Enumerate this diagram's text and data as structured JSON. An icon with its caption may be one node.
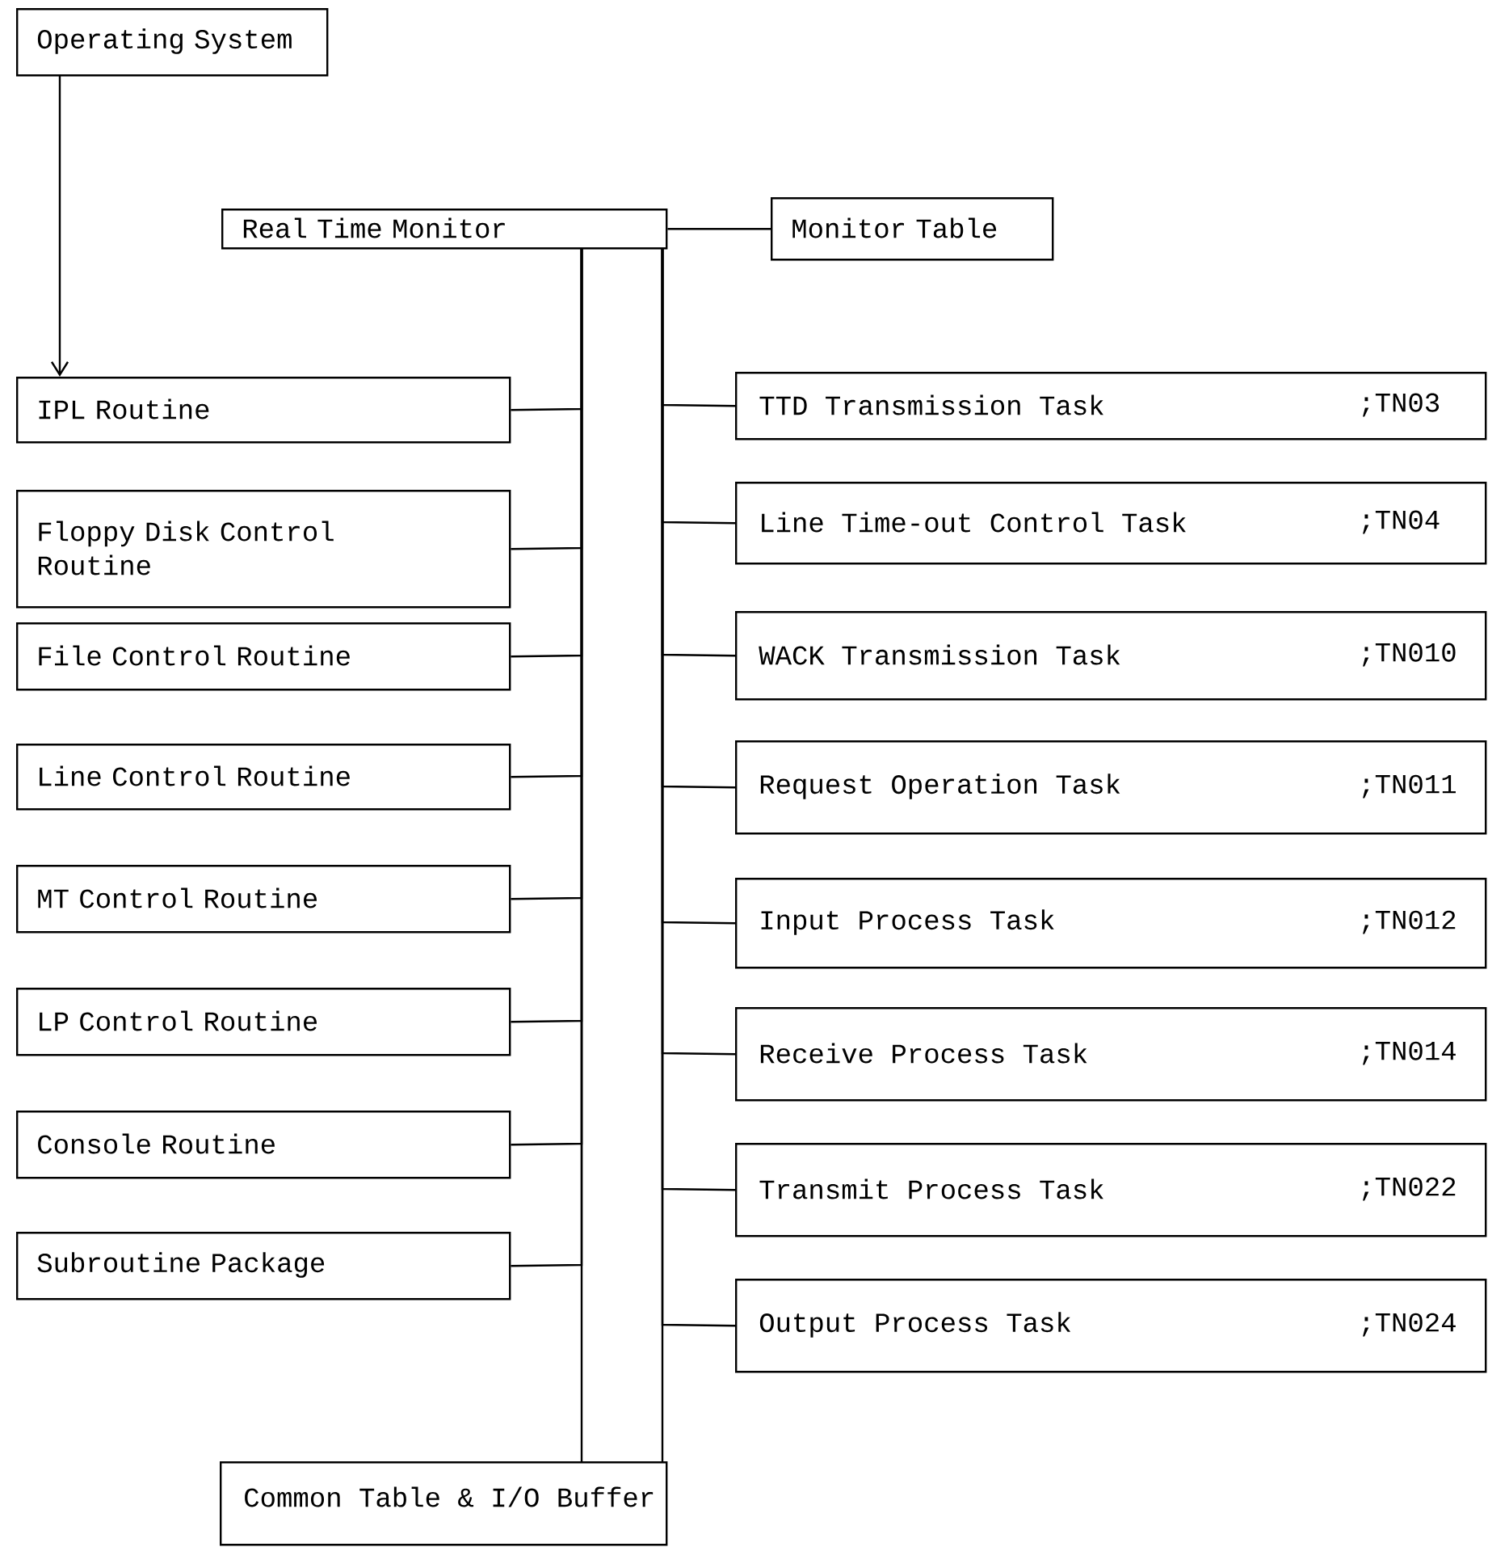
{
  "diagram": {
    "nodes": [
      {
        "text": [
          "Operating System"
        ]
      },
      {
        "text": [
          "Real Time Monitor"
        ]
      },
      {
        "text": [
          "Monitor Table"
        ]
      },
      {
        "text": [
          "IPL Routine"
        ]
      },
      {
        "text": [
          "Floppy Disk Control Routine"
        ]
      },
      {
        "text": [
          "File Control Routine"
        ]
      },
      {
        "text": [
          "Line Control Routine"
        ]
      },
      {
        "text": [
          "MT Control Routine"
        ]
      },
      {
        "text": [
          "LP Control Routine"
        ]
      },
      {
        "text": [
          "Console Routine"
        ]
      },
      {
        "text": [
          "Subroutine Package"
        ]
      },
      {
        "text": [
          "TTD Transmission Task",
          ";TN03"
        ]
      },
      {
        "text": [
          "Line Time-out Control Task",
          ";TN04"
        ]
      },
      {
        "text": [
          "WACK Transmission Task",
          ";TN010"
        ]
      },
      {
        "text": [
          "Request Operation Task",
          ";TN011"
        ]
      },
      {
        "text": [
          "Input Process Task",
          ";TN012"
        ]
      },
      {
        "text": [
          "Receive Process Task",
          ";TN014"
        ]
      },
      {
        "text": [
          "Transmit Process Task",
          ";TN022"
        ]
      },
      {
        "text": [
          "Output Process Task",
          ";TN024"
        ]
      },
      {
        "text": [
          "Common Table & I/O Buffer"
        ]
      }
    ],
    "edges": [
      {
        "from": 0,
        "to": 3,
        "arrow": "to"
      },
      {
        "from": 1,
        "to": 2,
        "arrow": "none"
      },
      {
        "from": 1,
        "to": 19,
        "arrow": "none"
      },
      {
        "from": 1,
        "to": 19,
        "arrow": "none"
      },
      {
        "from": 1,
        "to": 3,
        "arrow": "none"
      },
      {
        "from": 1,
        "to": 4,
        "arrow": "none"
      },
      {
        "from": 1,
        "to": 5,
        "arrow": "none"
      },
      {
        "from": 1,
        "to": 6,
        "arrow": "none"
      },
      {
        "from": 1,
        "to": 7,
        "arrow": "none"
      },
      {
        "from": 1,
        "to": 8,
        "arrow": "none"
      },
      {
        "from": 1,
        "to": 9,
        "arrow": "none"
      },
      {
        "from": 1,
        "to": 10,
        "arrow": "none"
      },
      {
        "from": 1,
        "to": 11,
        "arrow": "none"
      },
      {
        "from": 1,
        "to": 12,
        "arrow": "none"
      },
      {
        "from": 1,
        "to": 13,
        "arrow": "none"
      },
      {
        "from": 1,
        "to": 14,
        "arrow": "none"
      },
      {
        "from": 1,
        "to": 15,
        "arrow": "none"
      },
      {
        "from": 1,
        "to": 16,
        "arrow": "none"
      },
      {
        "from": 1,
        "to": 17,
        "arrow": "none"
      },
      {
        "from": 1,
        "to": 18,
        "arrow": "none"
      }
    ]
  }
}
